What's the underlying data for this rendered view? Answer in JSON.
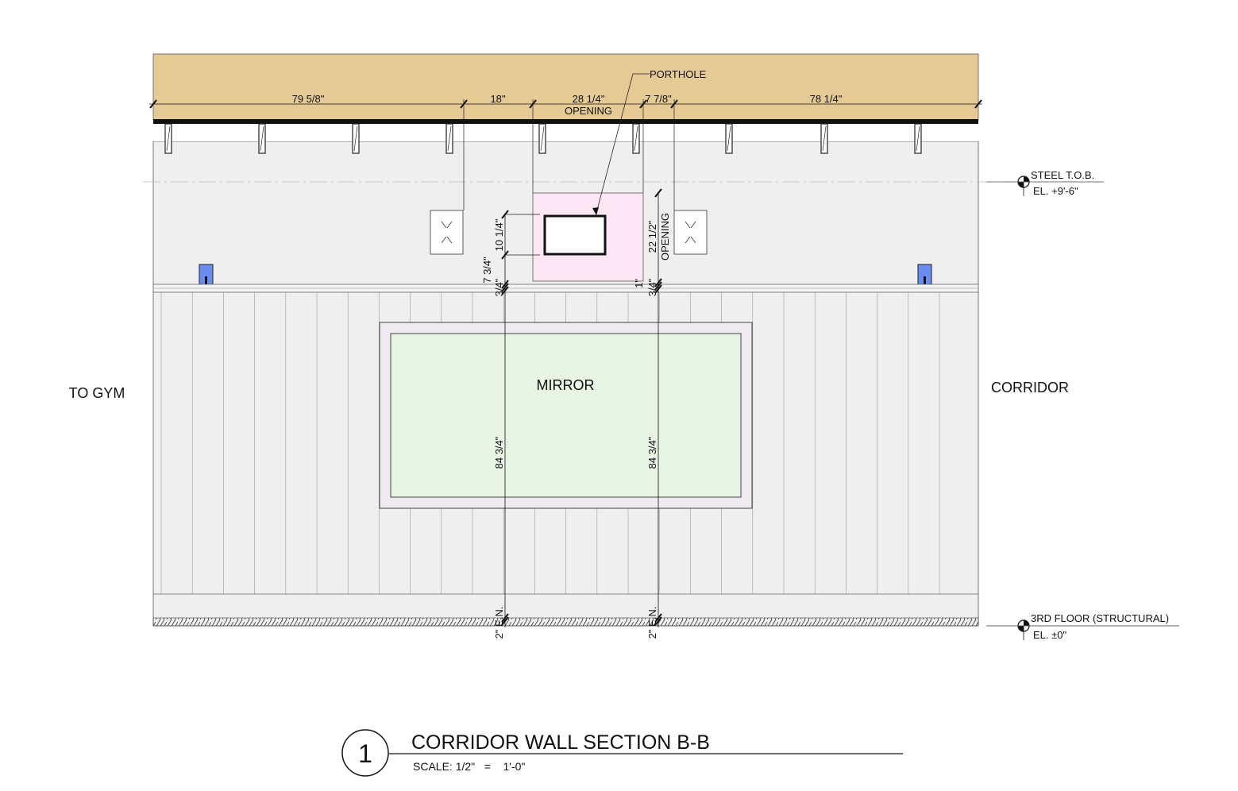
{
  "colors": {
    "beam": "#e5ca95",
    "wall": "#efefef",
    "opening": "#fde6f3",
    "mirror": "#e8f4e4",
    "mirror_frame": "#efeaf0",
    "outlet": "#6b8cf0"
  },
  "dimensions_top": [
    "79 5/8\"",
    "18\"",
    "28 1/4\"",
    "OPENING",
    "7 7/8\""
  ],
  "dimension_right": "78 1/4\"",
  "porthole_label": "PORTHOLE",
  "dim_vertical": {
    "porthole_height": "10 1/4\"",
    "left_sill": "7 3/4\"",
    "left_base": "3/4\"",
    "opening_height": "22 1/2\"",
    "opening_label": "OPENING",
    "right_gap": "1\"",
    "right_base": "3/4\"",
    "left_wall": "84 3/4\"",
    "right_wall": "84 3/4\"",
    "left_bottom": "2\" E.N.",
    "right_bottom": "2\" E.N."
  },
  "mirror_label": "MIRROR",
  "side_labels": {
    "left": "TO GYM",
    "right": "CORRIDOR"
  },
  "levels": [
    {
      "name": "STEEL T.O.B.",
      "elevation": "EL. +9'-6\""
    },
    {
      "name": "3RD FLOOR (STRUCTURAL)",
      "elevation": "EL. ±0\""
    }
  ],
  "title": {
    "number": "1",
    "text": "CORRIDOR WALL SECTION B-B",
    "scale": "SCALE: 1/2\"   =    1'-0\""
  }
}
